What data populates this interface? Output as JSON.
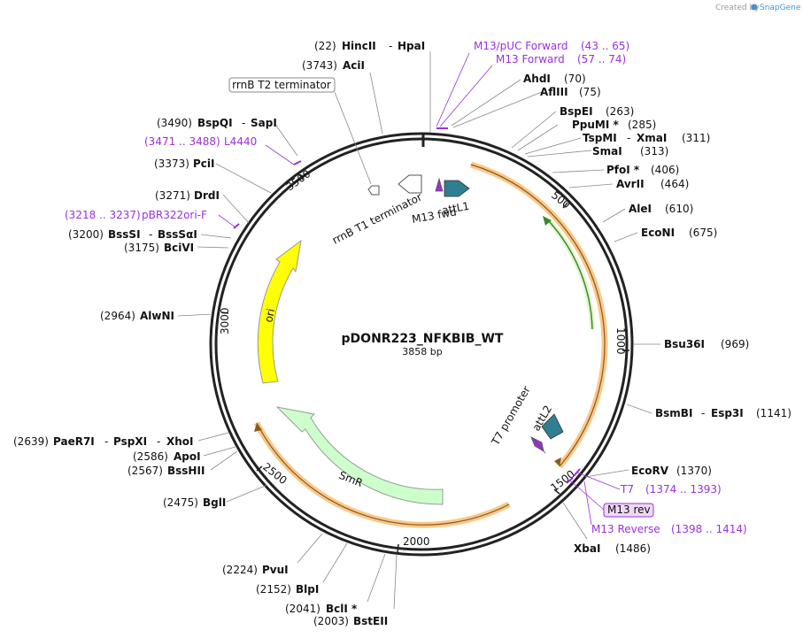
{
  "credit": {
    "prefix": "Created by",
    "brand": "SnapGene"
  },
  "plasmid": {
    "name": "pDONR223_NFKBIB_WT",
    "length": "3858 bp"
  },
  "ruler": [
    "500",
    "1000",
    "1500",
    "2000",
    "2500",
    "3000",
    "3500"
  ],
  "enzymes": {
    "hincII": "HincII",
    "hincII_pos": "(22)",
    "hpaI": "HpaI",
    "aciI": "AciI",
    "aciI_pos": "(3743)",
    "ahdI": "AhdI",
    "ahdI_pos": "(70)",
    "aflIII": "AflIII",
    "aflIII_pos": "(75)",
    "bspEI": "BspEI",
    "bspEI_pos": "(263)",
    "ppuMI": "PpuMI *",
    "ppuMI_pos": "(285)",
    "tspMI": "TspMI",
    "xmaI": "XmaI",
    "tspMI_pos": "(311)",
    "smaI": "SmaI",
    "smaI_pos": "(313)",
    "pfoI": "PfoI *",
    "pfoI_pos": "(406)",
    "avrII": "AvrII",
    "avrII_pos": "(464)",
    "aleI": "AleI",
    "aleI_pos": "(610)",
    "ecoNI": "EcoNI",
    "ecoNI_pos": "(675)",
    "bsu36I": "Bsu36I",
    "bsu36I_pos": "(969)",
    "bsmBI": "BsmBI",
    "esp3I": "Esp3I",
    "bsmBI_pos": "(1141)",
    "ecoRV": "EcoRV",
    "ecoRV_pos": "(1370)",
    "xbaI": "XbaI",
    "xbaI_pos": "(1486)",
    "bstEII": "BstEII",
    "bstEII_pos": "(2003)",
    "bclI": "BclI *",
    "bclI_pos": "(2041)",
    "blpI": "BlpI",
    "blpI_pos": "(2152)",
    "pvuI": "PvuI",
    "pvuI_pos": "(2224)",
    "bglI": "BglI",
    "bglI_pos": "(2475)",
    "bssHII": "BssHII",
    "bssHII_pos": "(2567)",
    "apoI": "ApoI",
    "apoI_pos": "(2586)",
    "paeR7I": "PaeR7I",
    "pspXI": "PspXI",
    "xhoI": "XhoI",
    "paeR7I_pos": "(2639)",
    "alwNI": "AlwNI",
    "alwNI_pos": "(2964)",
    "bciVI": "BciVI",
    "bciVI_pos": "(3175)",
    "bssSI": "BssSI",
    "bssSaI": "BssSαI",
    "bssSI_pos": "(3200)",
    "drdI": "DrdI",
    "drdI_pos": "(3271)",
    "pciI": "PciI",
    "pciI_pos": "(3373)",
    "bspQI": "BspQI",
    "sapI": "SapI",
    "bspQI_pos": "(3490)"
  },
  "primers": {
    "m13puc_fwd": "M13/pUC Forward",
    "m13puc_fwd_range": "(43 .. 65)",
    "m13_fwd": "M13 Forward",
    "m13_fwd_range": "(57 .. 74)",
    "l4440": "L4440",
    "l4440_range": "(3471 .. 3488)",
    "pbr322ori": "pBR322ori-F",
    "pbr322ori_range": "(3218 .. 3237)",
    "t7": "T7",
    "t7_range": "(1374 .. 1393)",
    "m13rev_box": "M13 rev",
    "m13_reverse": "M13 Reverse",
    "m13_reverse_range": "(1398 .. 1414)"
  },
  "features": {
    "rrnb_t2": "rrnB T2 terminator",
    "rrnb_t1": "rrnB T1 terminator",
    "m13fwd": "M13 fwd",
    "attL1": "attL1",
    "attL2": "attL2",
    "t7promoter": "T7 promoter",
    "ori": "ori",
    "smR": "SmR"
  },
  "colors": {
    "backbone": "#222222",
    "primer": "#9b30d9",
    "ori": "#ffff00",
    "smR": "#ccffcc",
    "orf_glow": "#f9c88a",
    "att": "#3a8a9a",
    "inner_green": "#3a8a2a"
  }
}
